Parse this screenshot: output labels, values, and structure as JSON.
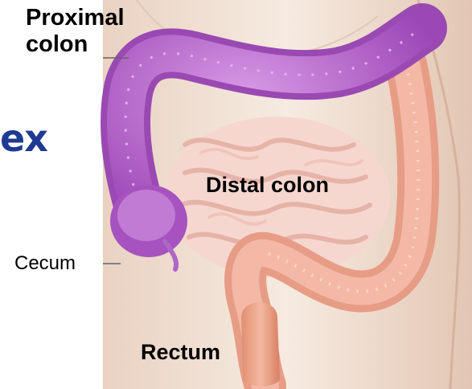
{
  "labels": {
    "proximal_line1": "Proximal",
    "proximal_line2": "colon",
    "distal": "Distal colon",
    "cecum": "Cecum",
    "rectum": "Rectum",
    "slide_fragment": "ex"
  },
  "colors": {
    "proximal_colon": "#b766c9",
    "distal_colon": "#f0a898",
    "small_intestine": "#f6d7d0",
    "skin": "#f3e4d8",
    "fragment_text": "#1f3a93"
  }
}
